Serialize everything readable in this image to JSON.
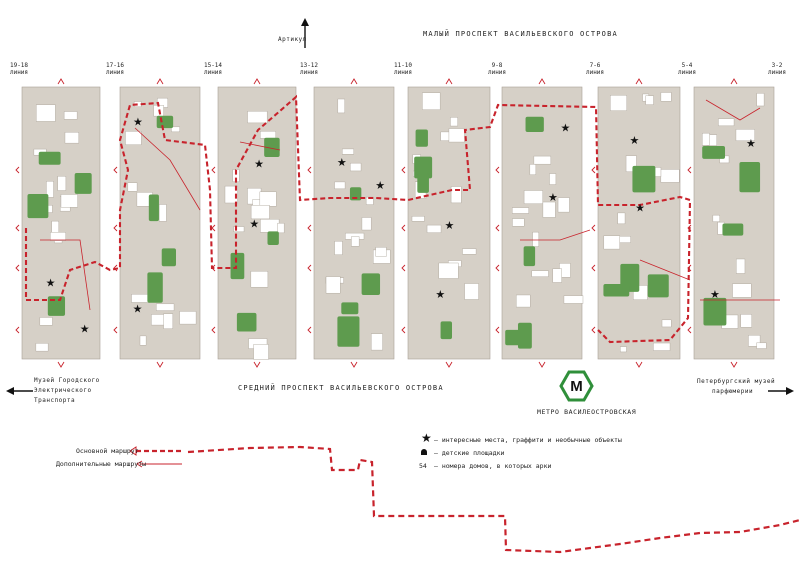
{
  "streets": {
    "top": "МАЛЫЙ ПРОСПЕКТ ВАСИЛЬЕВСКОГО ОСТРОВА",
    "bottom": "СРЕДНИЙ ПРОСПЕКТ ВАСИЛЬЕВСКОГО ОСТРОВА",
    "north_label": "Артикул"
  },
  "lines": [
    {
      "num": "19-18",
      "word": "линия"
    },
    {
      "num": "17-16",
      "word": "линия"
    },
    {
      "num": "15-14",
      "word": "линия"
    },
    {
      "num": "13-12",
      "word": "линия"
    },
    {
      "num": "11-10",
      "word": "линия"
    },
    {
      "num": "9-8",
      "word": "линия"
    },
    {
      "num": "7-6",
      "word": "линия"
    },
    {
      "num": "5-4",
      "word": "линия"
    },
    {
      "num": "3-2",
      "word": "линия"
    }
  ],
  "left_destination": [
    "Музей Городского",
    "Электрического",
    "Транспорта"
  ],
  "right_destination": [
    "Петербургский музей",
    "парфюмерии"
  ],
  "metro": {
    "letter": "M",
    "label": "МЕТРО ВАСИЛЕОСТРОВСКАЯ"
  },
  "legend": {
    "main_route": "Основной маршрут",
    "extra_routes": "Дополнительные маршруты",
    "stars": "— интересные места, граффити и необычные объекты",
    "playgrounds": "— детские площадки",
    "house_code": "54",
    "house_numbers": "— номера домов, в которых арки"
  },
  "colors": {
    "block": "#d6d0c7",
    "block_edge": "#a9a196",
    "green": "#5e9b4e",
    "route": "#c8232c",
    "metro": "#2f8f3a"
  }
}
